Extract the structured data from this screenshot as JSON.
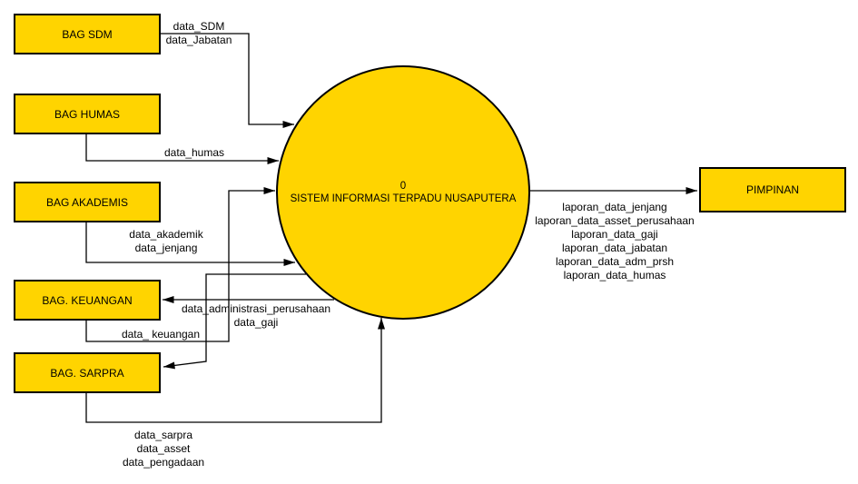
{
  "diagram": {
    "type": "context-dfd",
    "colors": {
      "shape_fill": "#FFD400",
      "shape_stroke": "#000000",
      "connector": "#000000",
      "text": "#000000",
      "background": "#FFFFFF"
    },
    "process": {
      "number": "0",
      "name": "SISTEM INFORMASI TERPADU NUSAPUTERA"
    },
    "entities": {
      "sdm": "BAG SDM",
      "humas": "BAG HUMAS",
      "akademis": "BAG AKADEMIS",
      "keuangan": "BAG. KEUANGAN",
      "sarpra": "BAG. SARPRA",
      "pimpinan": "PIMPINAN"
    },
    "flows": {
      "sdm_to_system": {
        "direction": "in",
        "labels": [
          "data_SDM",
          "data_Jabatan"
        ]
      },
      "humas_to_system": {
        "direction": "in",
        "labels": [
          "data_humas"
        ]
      },
      "akademis_to_system": {
        "direction": "in",
        "labels": [
          "data_akademik",
          "data_jenjang"
        ]
      },
      "keuangan_to_system": {
        "direction": "in",
        "labels": [
          "data_ keuangan"
        ]
      },
      "system_to_keuangan": {
        "direction": "out",
        "labels": [
          "data_administrasi_perusahaan",
          "data_gaji"
        ]
      },
      "sarpra_to_system": {
        "direction": "in",
        "labels": [
          "data_sarpra",
          "data_asset",
          "data_pengadaan"
        ]
      },
      "system_to_pimpinan": {
        "direction": "out",
        "labels": [
          "laporan_data_jenjang",
          "laporan_data_asset_perusahaan",
          "laporan_data_gaji",
          "laporan_data_jabatan",
          "laporan_data_adm_prsh",
          "laporan_data_humas"
        ]
      }
    }
  }
}
